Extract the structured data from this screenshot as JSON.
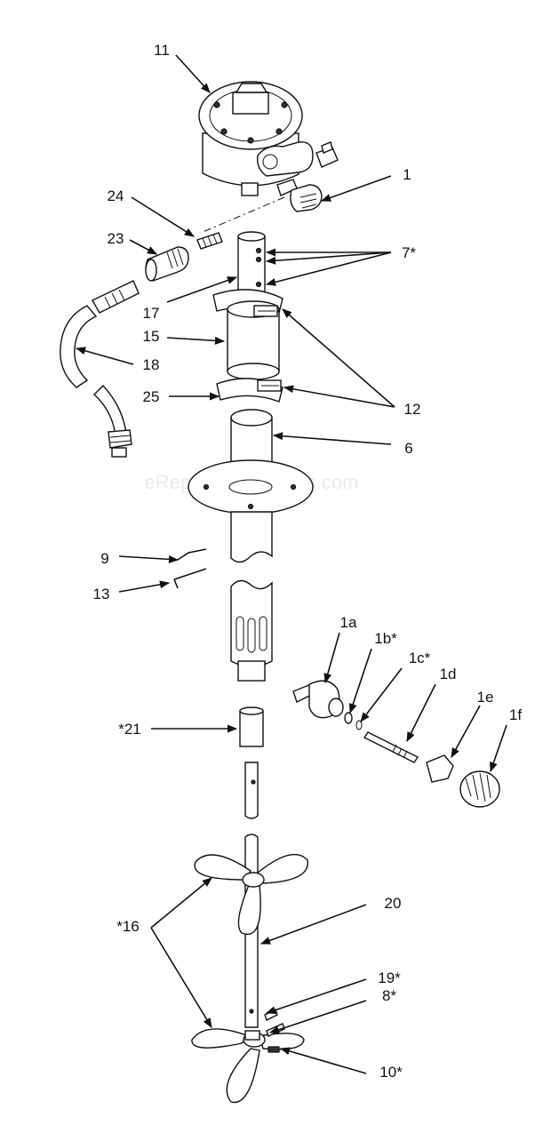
{
  "watermark": "eReplacementParts.com",
  "callouts": {
    "c11": "11",
    "c1": "1",
    "c24": "24",
    "c23": "23",
    "c7": "7*",
    "c17": "17",
    "c15": "15",
    "c18": "18",
    "c25": "25",
    "c12": "12",
    "c6": "6",
    "c9": "9",
    "c13": "13",
    "c1a": "1a",
    "c1b": "1b*",
    "c1c": "1c*",
    "c1d": "1d",
    "c1e": "1e",
    "c1f": "1f",
    "c21": "*21",
    "c20": "20",
    "c16": "*16",
    "c19": "19*",
    "c8": "8*",
    "c10": "10*"
  }
}
